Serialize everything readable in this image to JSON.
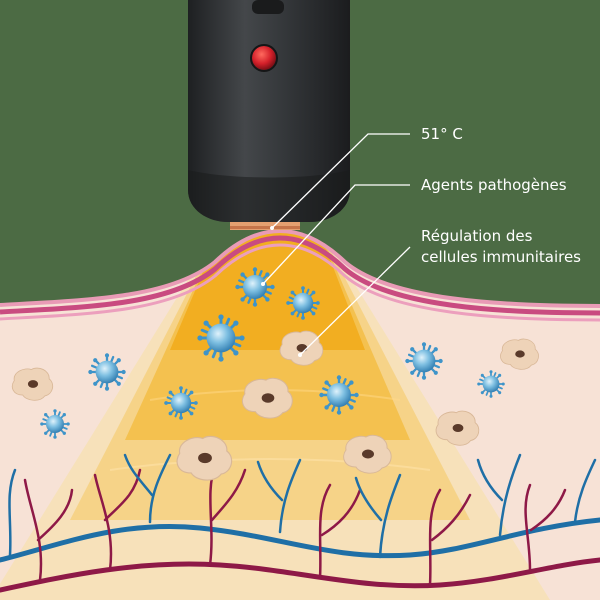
{
  "labels": {
    "temperature": "51° C",
    "pathogens": "Agents pathogènes",
    "immune_line1": "Régulation des",
    "immune_line2": "cellules immunitaires"
  },
  "colors": {
    "background": "#4c6b44",
    "device_body": "#2f3133",
    "device_button": "#d4202a",
    "skin_surface": "#d05a8c",
    "dermis": "#f7e2d6",
    "heat_cone": "#f3b324",
    "pathogen": "#3e94c9",
    "immune_cell": "#eed3b8",
    "vein": "#1f6fa6",
    "artery": "#8e1947",
    "leader_lines": "#ffffff"
  },
  "icons": [
    "pathogen-virus-icon",
    "immune-cell-icon",
    "blood-vessel-icon"
  ]
}
